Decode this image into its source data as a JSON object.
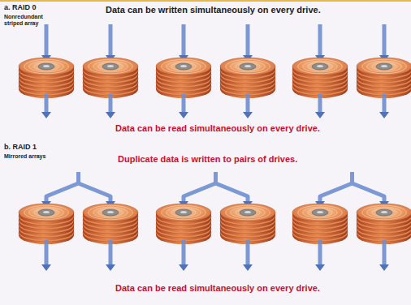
{
  "diagram": {
    "labels": [
      "a. RAID 0",
      "Nonredundant striped array",
      "Data can be written simultaneously on every drive.",
      "Data can be read simultaneously on every drive.",
      "b. RAID 1",
      "Mirrored arrays",
      "Duplicate data is written to pairs of drives.",
      "Data can be read simultaneously on every drive."
    ]
  }
}
